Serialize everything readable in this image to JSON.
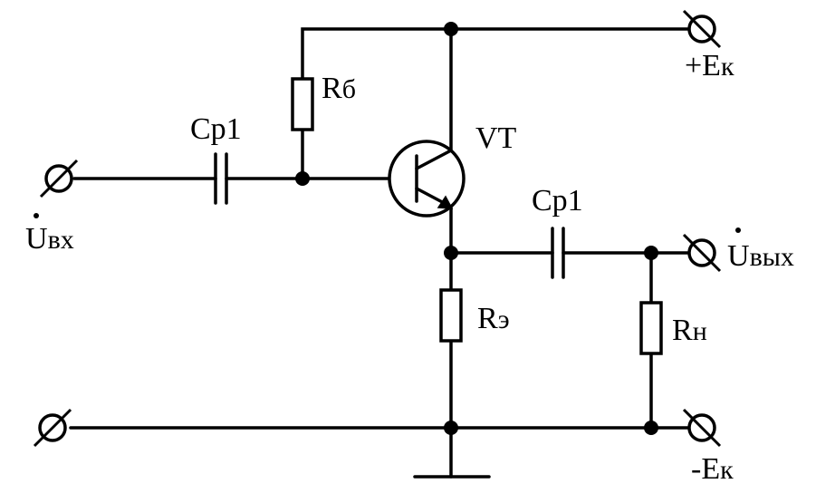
{
  "labels": {
    "rb_main": "R",
    "rb_sub": "б",
    "cp1_in": "Ср1",
    "vt": "VT",
    "cp1_out": "Ср1",
    "re_main": "R",
    "re_sub": "э",
    "rn_main": "R",
    "rn_sub": "н",
    "uin_main": "U",
    "uin_sub": "вх",
    "uout_main": "U",
    "uout_sub": "вых",
    "ek_plus_main": "+E",
    "ek_plus_sub": "к",
    "ek_minus_main": "-E",
    "ek_minus_sub": "к"
  }
}
